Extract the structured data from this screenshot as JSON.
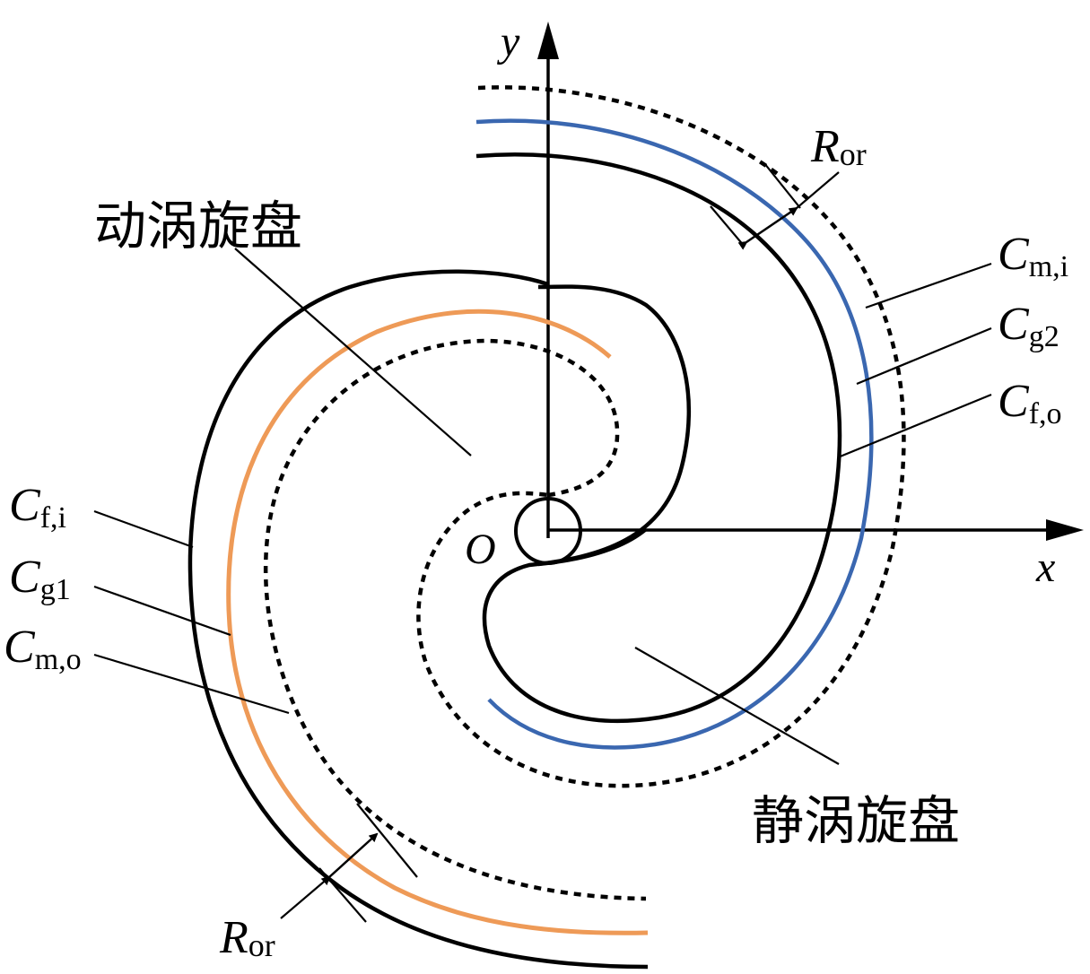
{
  "labels": {
    "y_axis": "y",
    "x_axis": "x",
    "origin": "O",
    "orbiting_scroll": "动涡旋盘",
    "fixed_scroll": "静涡旋盘",
    "r_or_top": {
      "main": "R",
      "sub": "or"
    },
    "r_or_bottom": {
      "main": "R",
      "sub": "or"
    },
    "c_m_i": {
      "main": "C",
      "sub": "m,i"
    },
    "c_g2": {
      "main": "C",
      "sub": "g2"
    },
    "c_f_o": {
      "main": "C",
      "sub": "f,o"
    },
    "c_f_i": {
      "main": "C",
      "sub": "f,i"
    },
    "c_g1": {
      "main": "C",
      "sub": "g1"
    },
    "c_m_o": {
      "main": "C",
      "sub": "m,o"
    }
  },
  "colors": {
    "line": "#000000",
    "orange_curve": "#ee9a57",
    "blue_curve": "#3a67b0"
  }
}
